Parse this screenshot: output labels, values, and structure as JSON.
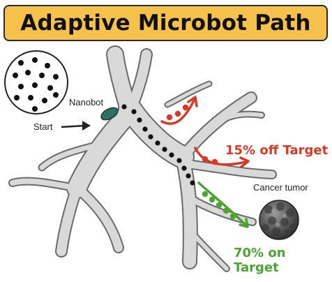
{
  "title": "Adaptive Microbot Path",
  "labels": {
    "nanobot": "Nanobot",
    "start": "Start",
    "cancer_tumor": "Cancer tumor",
    "off_target": "15% off Target",
    "on_target": "70% on Target"
  },
  "colors": {
    "banner": "#f6c24b",
    "off_target": "#d83a26",
    "on_target": "#4aa532",
    "nanobot": "#2f6f5f",
    "vessel": "#c9c9c9"
  }
}
